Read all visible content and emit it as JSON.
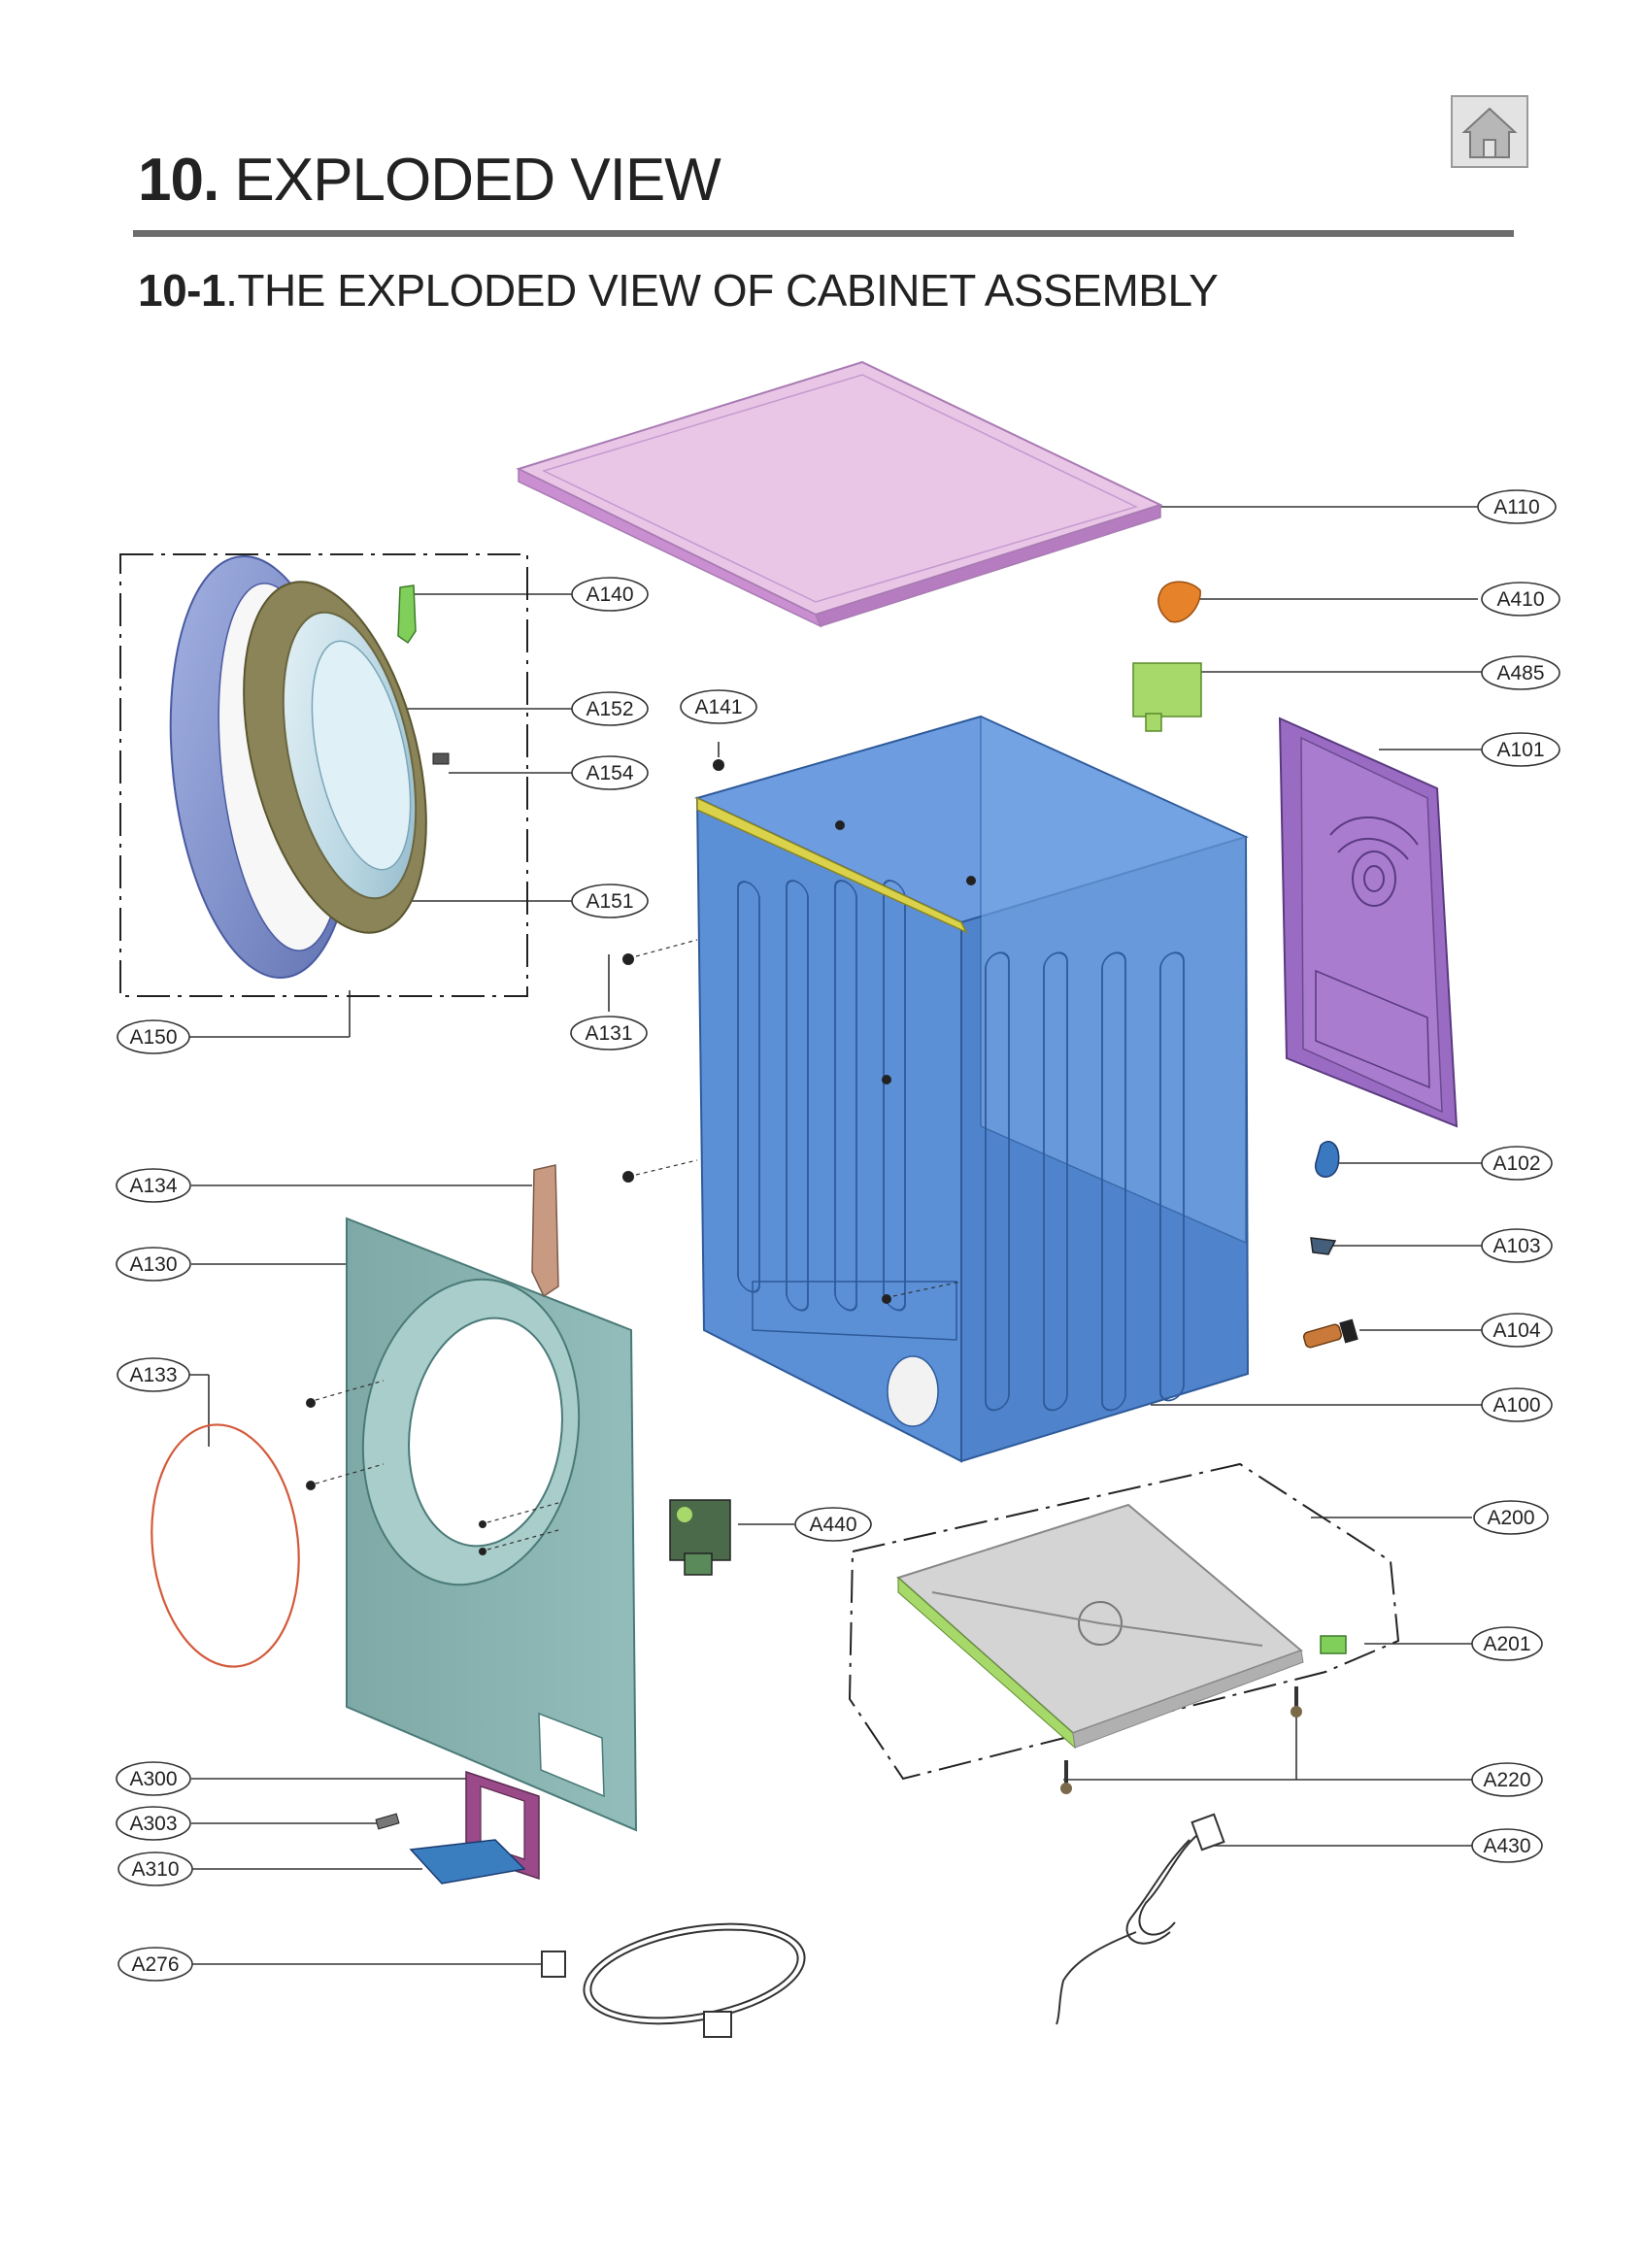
{
  "header": {
    "title_num": "10.",
    "title_text": " EXPLODED VIEW",
    "subtitle_num": "10-1",
    "subtitle_text": ".THE EXPLODED VIEW OF CABINET ASSEMBLY"
  },
  "nav": {
    "home_icon": "home-icon"
  },
  "colors": {
    "top_plate": "#e9c6e6",
    "top_plate_edge": "#c98fd0",
    "cabinet": "#5b8fd6",
    "cabinet_dark": "#3f72bf",
    "cabinet_edge": "#2e5a9a",
    "rear_cover": "#9a6bc2",
    "front_panel": "#86b3b0",
    "door_ring": "#7d8fc9",
    "door_frame": "#8a8458",
    "base": "#c8c8c8",
    "label_fill": "#ffffff",
    "leader_line": "#333333"
  },
  "labels": {
    "A110": "A110",
    "A410": "A410",
    "A485": "A485",
    "A101": "A101",
    "A140": "A140",
    "A152": "A152",
    "A141": "A141",
    "A154": "A154",
    "A151": "A151",
    "A150": "A150",
    "A131": "A131",
    "A102": "A102",
    "A134": "A134",
    "A103": "A103",
    "A130": "A130",
    "A104": "A104",
    "A133": "A133",
    "A100": "A100",
    "A440": "A440",
    "A200": "A200",
    "A201": "A201",
    "A300": "A300",
    "A220": "A220",
    "A303": "A303",
    "A430": "A430",
    "A310": "A310",
    "A276": "A276"
  }
}
